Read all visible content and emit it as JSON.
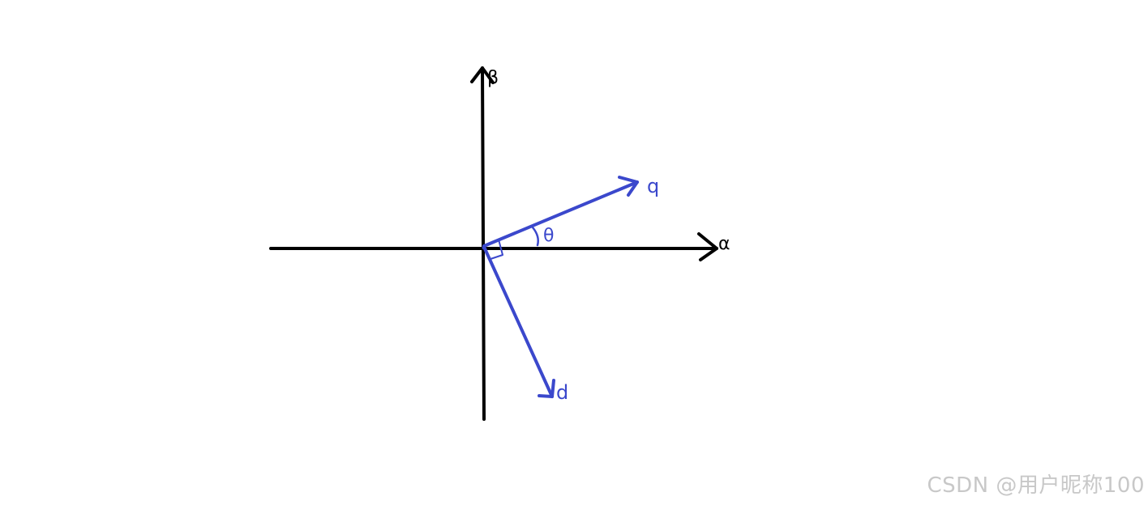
{
  "diagram": {
    "axes": {
      "horizontal_label": "α",
      "vertical_label": "β",
      "color": "#000000"
    },
    "vectors": {
      "q_label": "q",
      "d_label": "d",
      "color": "#3b48cc"
    },
    "angle": {
      "label": "θ",
      "right_angle_marker": true
    }
  },
  "watermark": {
    "text": "CSDN @用户昵称100",
    "color": "#c8c8c8"
  }
}
